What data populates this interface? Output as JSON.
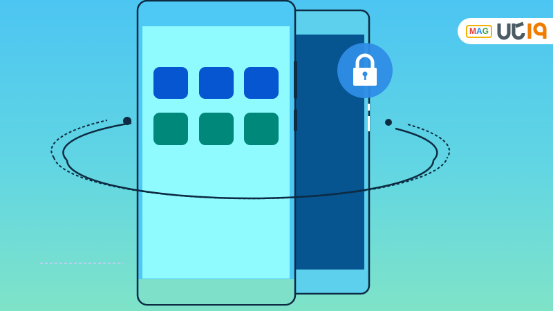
{
  "logo": {
    "badge": "MAG",
    "badge_letters": [
      "M",
      "A",
      "G"
    ],
    "brand": "اوکی۱۹"
  },
  "colors": {
    "app_icon_blue": "#0756d1",
    "app_icon_green": "#00897b",
    "lock_circle": "#2f8de6",
    "outline": "#0d2b42",
    "front_screen": "#8ffbff",
    "back_screen": "#065591"
  }
}
